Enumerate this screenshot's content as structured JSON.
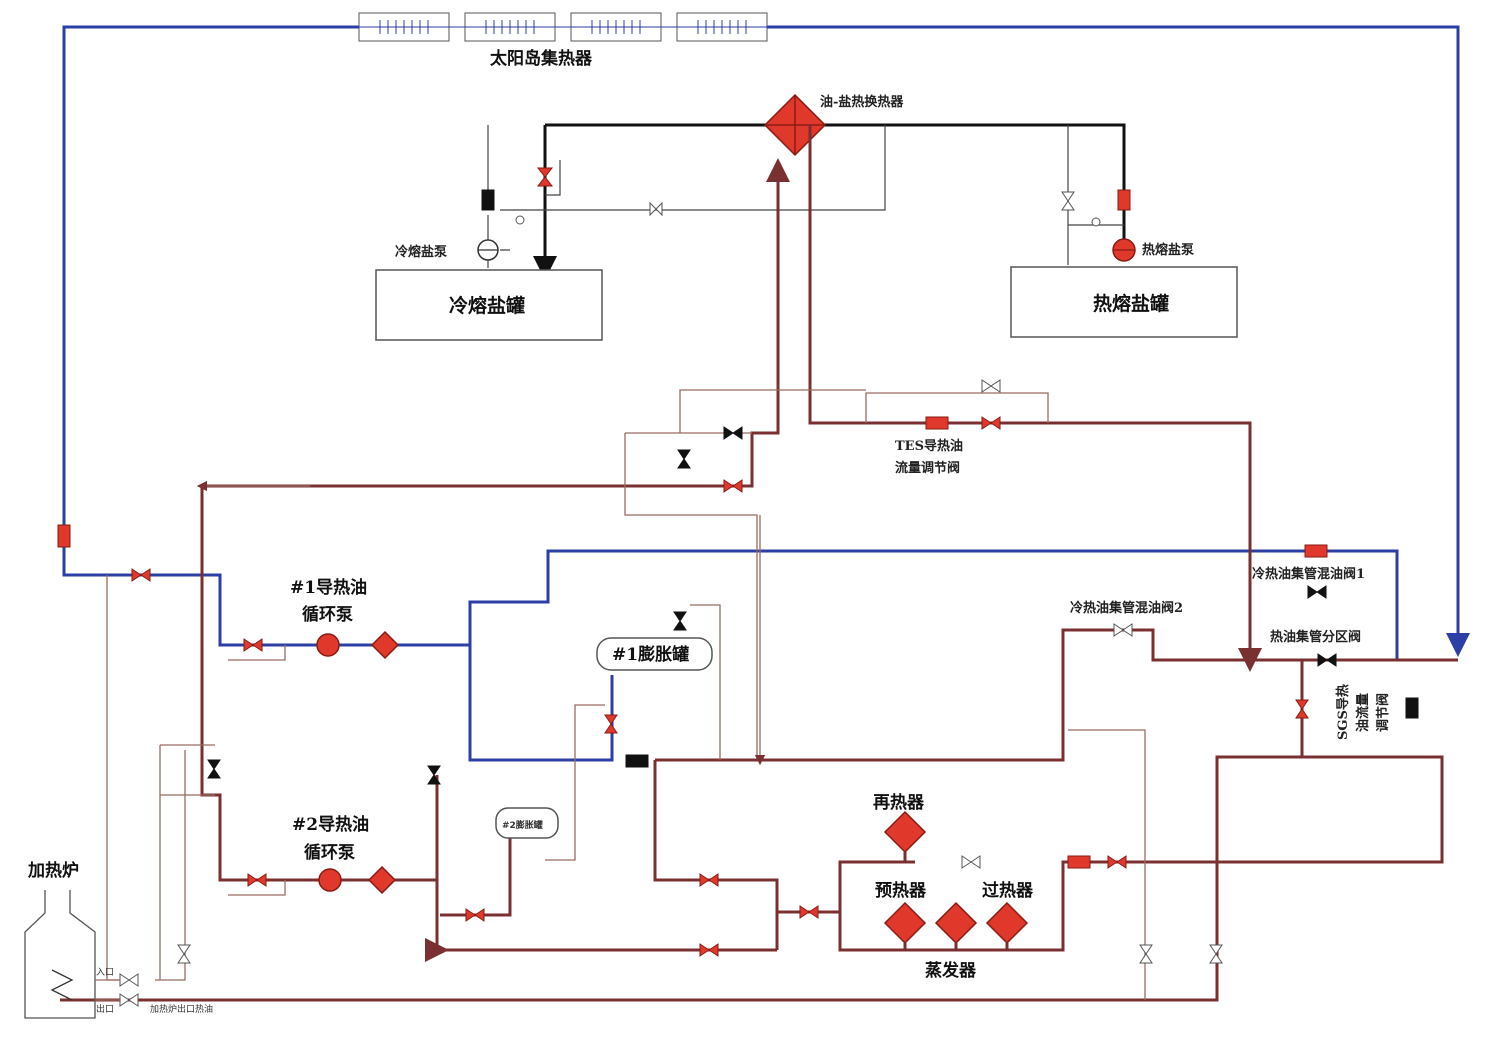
{
  "labels": {
    "solar_collector": "太阳岛集热器",
    "oil_salt_hx": "油-盐热换热器",
    "cold_salt_pump": "冷熔盐泵",
    "hot_salt_pump": "热熔盐泵",
    "cold_salt_tank": "冷熔盐罐",
    "hot_salt_tank": "热熔盐罐",
    "tes_valve_line1": "TES导热油",
    "tes_valve_line2": "流量调节阀",
    "pump1_line1": "#1导热油",
    "pump1_line2": "循环泵",
    "pump2_line1": "#2导热油",
    "pump2_line2": "循环泵",
    "expansion_tank1": "#1膨胀罐",
    "expansion_tank2": "#2膨胀罐",
    "mix_valve1": "冷热油集管混油阀1",
    "mix_valve2": "冷热油集管混油阀2",
    "zone_valve": "热油集管分区阀",
    "sgs_valve_l1": "SGS导热",
    "sgs_valve_l2": "油流量",
    "sgs_valve_l3": "调节阀",
    "reheater": "再热器",
    "preheater": "预热器",
    "superheater": "过热器",
    "evaporator": "蒸发器",
    "furnace": "加热炉",
    "furnace_inlet": "入口",
    "furnace_outlet": "出口",
    "furnace_outlet_line": "加热炉出口热油"
  },
  "colors": {
    "cold_oil_line": "#2b3fa6",
    "salt_line": "#111111",
    "hot_oil_line": "#7a3030",
    "equipment": "#e0392b"
  }
}
